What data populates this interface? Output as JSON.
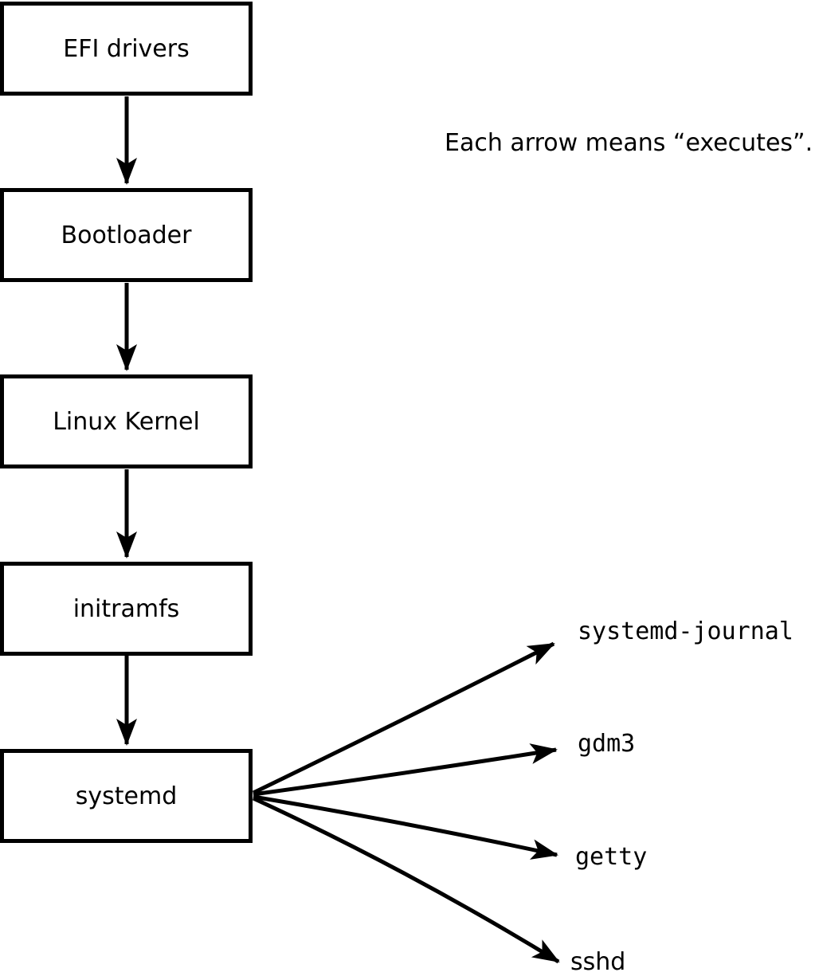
{
  "diagram": {
    "title_note": "Each arrow means “executes”.",
    "arrow_relation": "executes",
    "boxes": [
      {
        "label": "EFI drivers"
      },
      {
        "label": "Bootloader"
      },
      {
        "label": "Linux Kernel"
      },
      {
        "label": "initramfs"
      },
      {
        "label": "systemd"
      }
    ],
    "targets": [
      {
        "label": "systemd-journal"
      },
      {
        "label": "gdm3"
      },
      {
        "label": "getty"
      },
      {
        "label": "sshd"
      }
    ],
    "edges": [
      {
        "from": "EFI drivers",
        "to": "Bootloader",
        "relation": "executes"
      },
      {
        "from": "Bootloader",
        "to": "Linux Kernel",
        "relation": "executes"
      },
      {
        "from": "Linux Kernel",
        "to": "initramfs",
        "relation": "executes"
      },
      {
        "from": "initramfs",
        "to": "systemd",
        "relation": "executes"
      },
      {
        "from": "systemd",
        "to": "systemd-journal",
        "relation": "executes"
      },
      {
        "from": "systemd",
        "to": "gdm3",
        "relation": "executes"
      },
      {
        "from": "systemd",
        "to": "getty",
        "relation": "executes"
      },
      {
        "from": "systemd",
        "to": "sshd",
        "relation": "executes"
      }
    ],
    "colors": {
      "ink": "#000000",
      "background": "#ffffff",
      "box_fill": "#ffffff"
    }
  }
}
